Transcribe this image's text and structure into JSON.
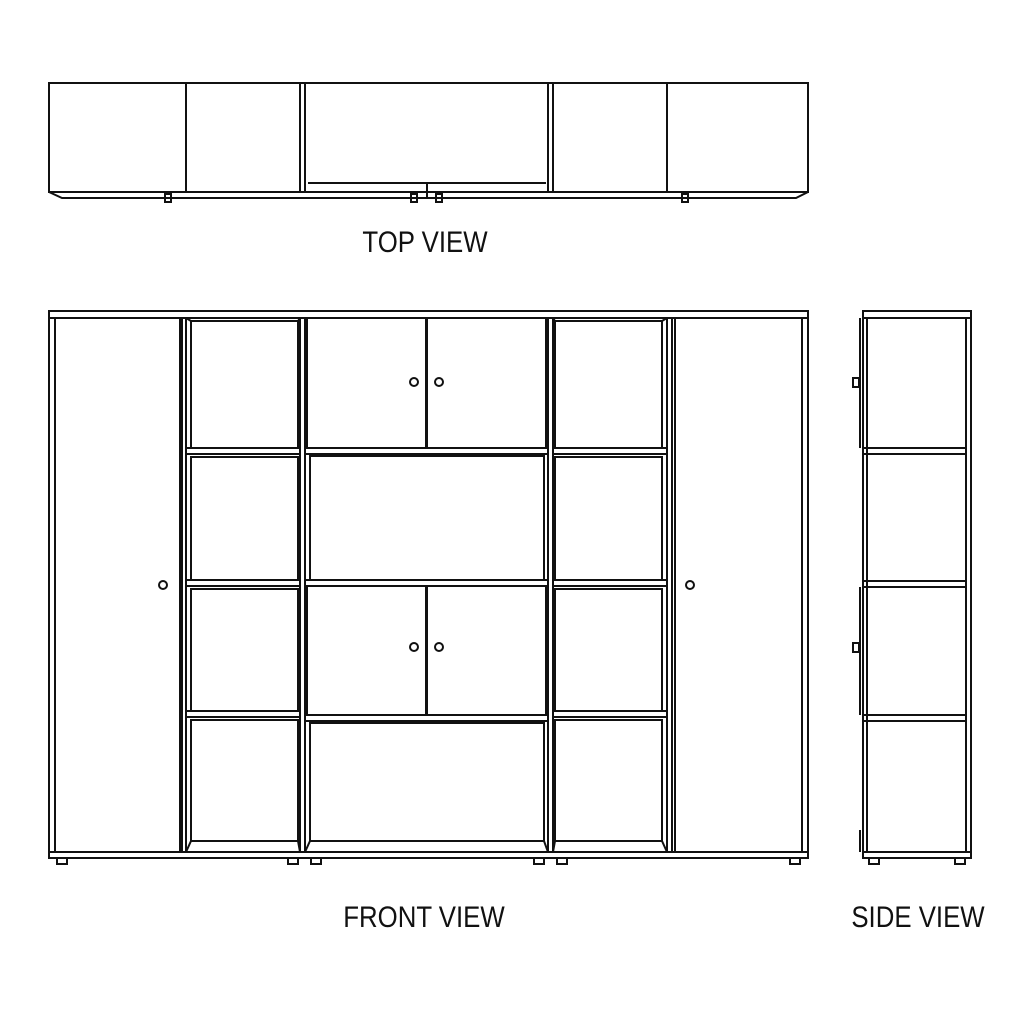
{
  "labels": {
    "top_view": "TOP VIEW",
    "front_view": "FRONT VIEW",
    "side_view": "SIDE VIEW"
  },
  "colors": {
    "line": "#111111",
    "background": "#ffffff"
  }
}
